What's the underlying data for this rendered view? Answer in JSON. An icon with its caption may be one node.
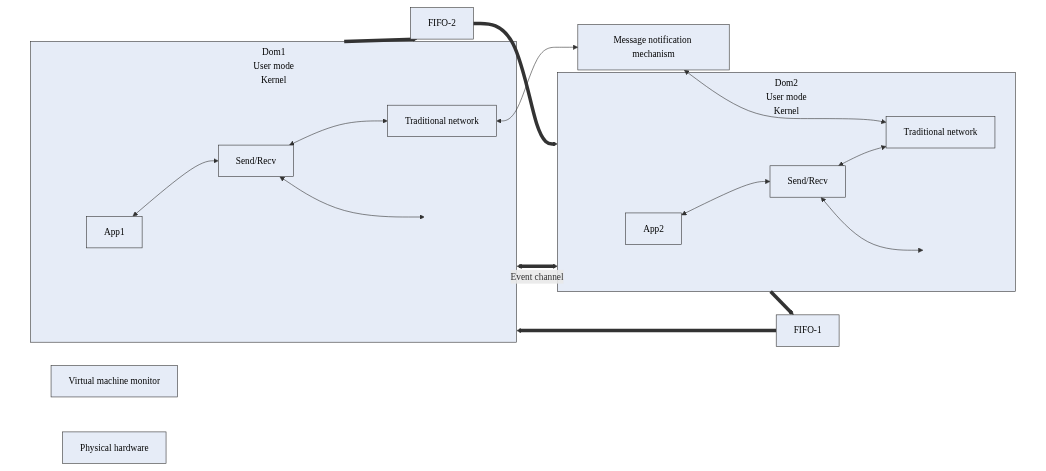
{
  "diagram": {
    "nodes": [
      {
        "text": [
          "Dom1",
          "User mode",
          "Kernel"
        ]
      },
      {
        "text": [
          "App1"
        ],
        "in": 0
      },
      {
        "text": [
          "Send/Recv"
        ],
        "in": 0
      },
      {
        "text": [
          "Traditional network"
        ],
        "in": 0
      },
      {
        "text": [
          "Dom2",
          "User mode",
          "Kernel"
        ]
      },
      {
        "text": [
          "App2"
        ],
        "in": 4
      },
      {
        "text": [
          "Send/Recv"
        ],
        "in": 4
      },
      {
        "text": [
          "Traditional network"
        ],
        "in": 4
      },
      {
        "text": [
          "FIFO-1"
        ]
      },
      {
        "text": [
          "FIFO-2"
        ]
      },
      {
        "text": [
          "Message notification mechanism"
        ]
      },
      {
        "text": [
          "Virtual machine monitor"
        ]
      },
      {
        "text": [
          "Physical hardware"
        ]
      }
    ],
    "edges": [
      {
        "from": 1,
        "to": 2,
        "arrow": "both"
      },
      {
        "from": 2,
        "to": 3,
        "arrow": "both"
      },
      {
        "from": 2,
        "to": null,
        "arrow": "both"
      },
      {
        "from": 5,
        "to": 6,
        "arrow": "both"
      },
      {
        "from": 6,
        "to": 7,
        "arrow": "both"
      },
      {
        "from": 6,
        "to": null,
        "arrow": "both"
      },
      {
        "from": 0,
        "to": 4,
        "arrow": "both",
        "label": "Event channel",
        "style": "thick"
      },
      {
        "from": 4,
        "to": 8,
        "arrow": "to",
        "style": "thick"
      },
      {
        "from": 8,
        "to": 0,
        "arrow": "to",
        "style": "thick"
      },
      {
        "from": 0,
        "to": 9,
        "arrow": "to",
        "style": "thick"
      },
      {
        "from": 9,
        "to": 4,
        "arrow": "to",
        "style": "thick"
      },
      {
        "from": 3,
        "to": 10,
        "arrow": "both"
      },
      {
        "from": 10,
        "to": 7,
        "arrow": "both"
      }
    ]
  }
}
